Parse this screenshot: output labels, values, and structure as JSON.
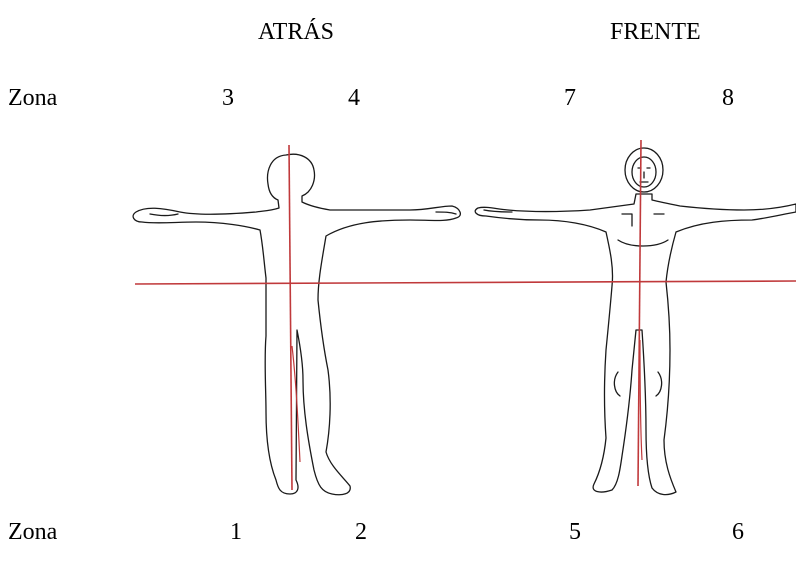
{
  "headings": {
    "back": "ATRÁS",
    "front": "FRENTE"
  },
  "zone_word": "Zona",
  "top_row": {
    "back_left": "3",
    "back_right": "4",
    "front_left": "7",
    "front_right": "8"
  },
  "bottom_row": {
    "back_left": "1",
    "back_right": "2",
    "front_left": "5",
    "front_right": "6"
  },
  "colors": {
    "divider_lines": "#c0393b",
    "outline": "#1a1a1a"
  }
}
